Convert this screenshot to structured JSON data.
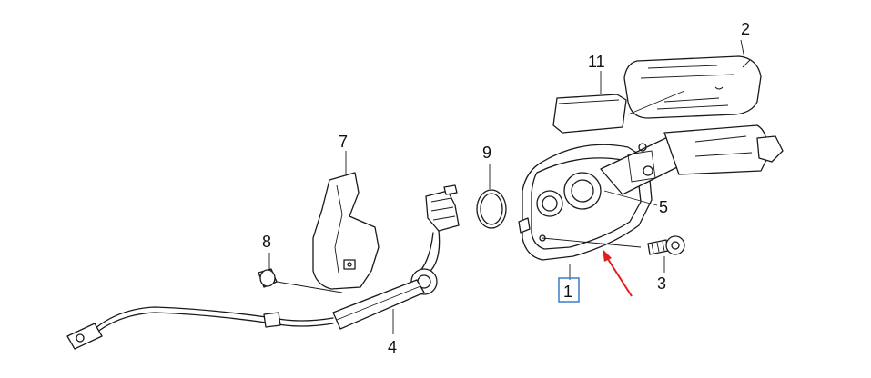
{
  "diagram": {
    "parts": [
      {
        "id": "1",
        "label": "1",
        "highlighted": true
      },
      {
        "id": "2",
        "label": "2"
      },
      {
        "id": "3",
        "label": "3"
      },
      {
        "id": "4",
        "label": "4"
      },
      {
        "id": "5",
        "label": "5"
      },
      {
        "id": "7",
        "label": "7"
      },
      {
        "id": "8",
        "label": "8"
      },
      {
        "id": "9",
        "label": "9"
      },
      {
        "id": "11",
        "label": "11"
      }
    ],
    "colors": {
      "line": "#1a1a1a",
      "highlight_box": "#3a7ec6",
      "pointer_arrow": "#e02020"
    }
  }
}
